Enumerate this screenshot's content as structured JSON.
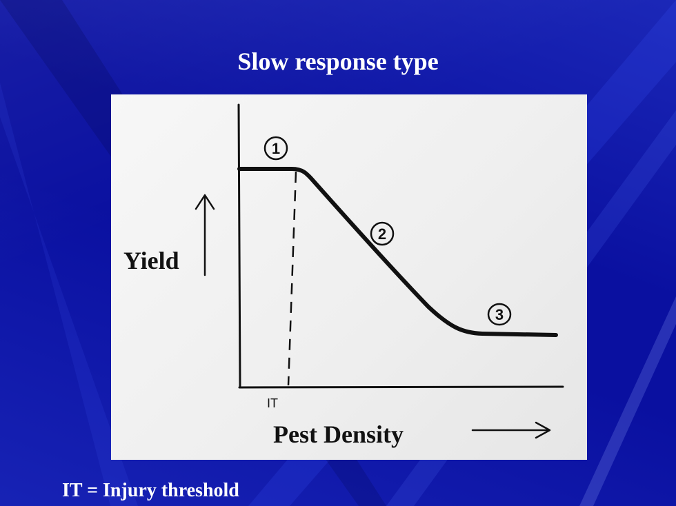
{
  "slide": {
    "title": "Slow response type",
    "footnote": "IT = Injury threshold"
  },
  "diagram": {
    "y_axis_label": "Yield",
    "x_axis_label": "Pest Density",
    "threshold_label": "IT",
    "region_markers": [
      "1",
      "2",
      "3"
    ]
  },
  "colors": {
    "background": "#0a10a0",
    "panel": "#f2f2f2",
    "ink": "#111111",
    "text_on_background": "#ffffff"
  }
}
